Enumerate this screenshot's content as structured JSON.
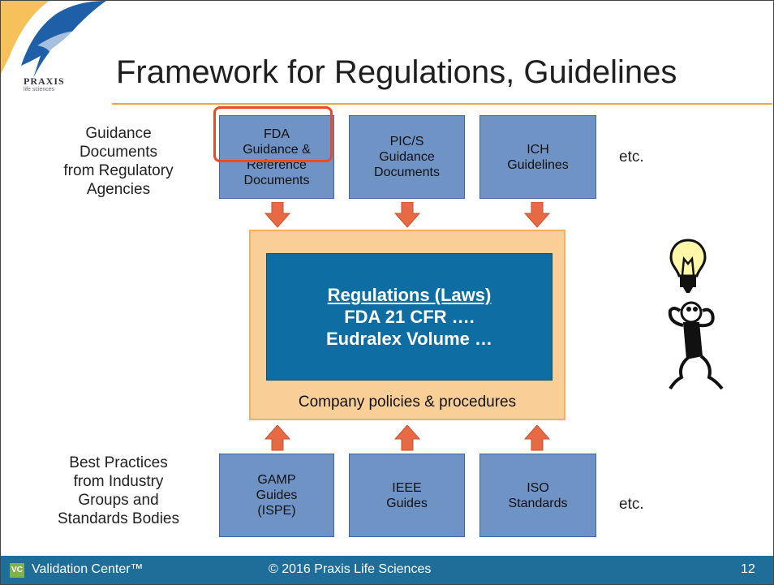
{
  "slide": {
    "title": "Framework for Regulations, Guidelines",
    "logo": {
      "name": "PRAXIS",
      "sub": "life sciences"
    },
    "left_top": "Guidance\nDocuments\nfrom Regulatory\nAgencies",
    "left_bottom": "Best Practices\nfrom Industry\nGroups and\nStandards Bodies",
    "etc_top": "etc.",
    "etc_bottom": "etc.",
    "top_boxes": [
      "FDA\nGuidance &\nReference\nDocuments",
      "PIC/S\nGuidance\nDocuments",
      "ICH\nGuidelines"
    ],
    "bottom_boxes": [
      "GAMP\nGuides\n(ISPE)",
      "IEEE\nGuides",
      "ISO\nStandards"
    ],
    "regulations": {
      "heading": "Regulations (Laws)",
      "line1": "FDA  21 CFR ….",
      "line2": "Eudralex  Volume …"
    },
    "company_label": "Company policies & procedures"
  },
  "footer": {
    "badge": "VC",
    "left": "Validation Center™",
    "center": "© 2016 Praxis Life Sciences",
    "page": "12"
  },
  "colors": {
    "box_fill": "#6f93c4",
    "arrow": "#e86a45",
    "company_fill": "#f9cf97",
    "regulations_fill": "#0e6ea4",
    "highlight": "#e84b28",
    "footer_bg": "#1f6e9a",
    "title_rule": "#f0a640"
  }
}
